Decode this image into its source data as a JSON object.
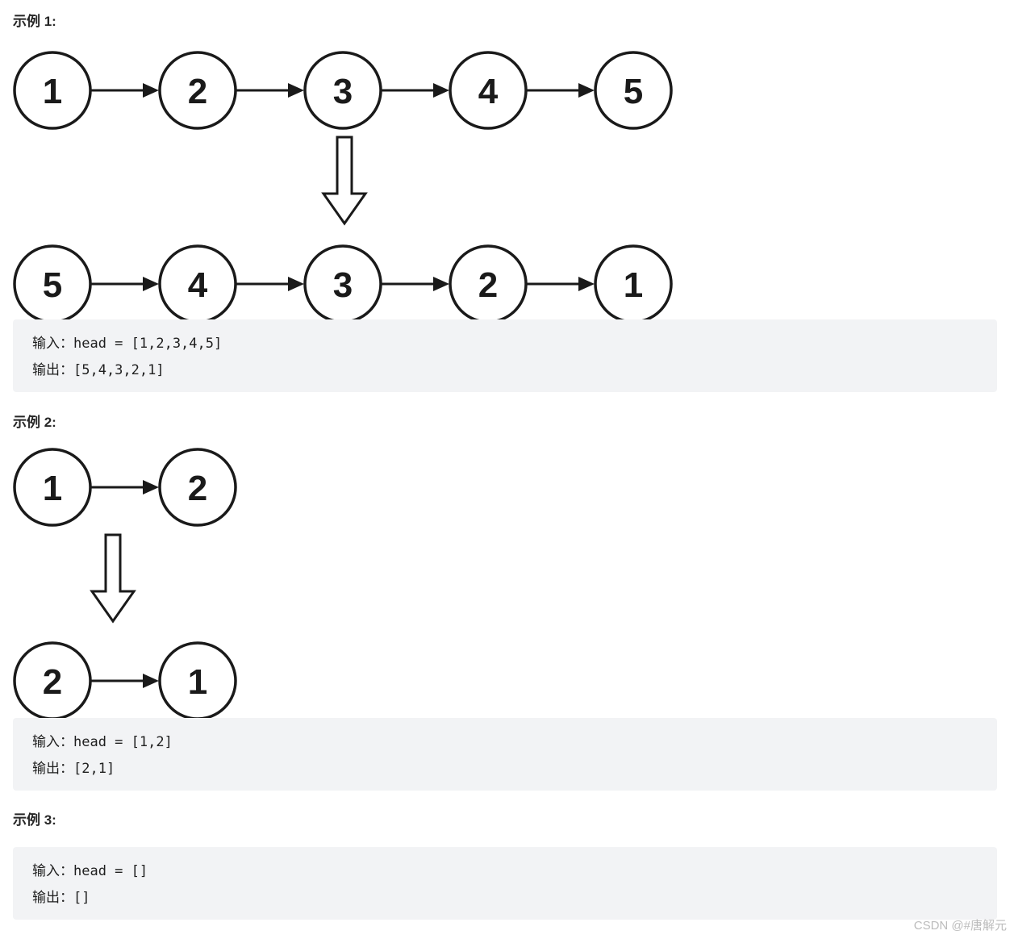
{
  "examples": [
    {
      "heading": "示例 1:",
      "before": [
        "1",
        "2",
        "3",
        "4",
        "5"
      ],
      "after": [
        "5",
        "4",
        "3",
        "2",
        "1"
      ],
      "io": {
        "input_label": "输入：",
        "input_code": "head = [1,2,3,4,5]",
        "output_label": "输出：",
        "output_code": "[5,4,3,2,1]"
      }
    },
    {
      "heading": "示例 2:",
      "before": [
        "1",
        "2"
      ],
      "after": [
        "2",
        "1"
      ],
      "io": {
        "input_label": "输入：",
        "input_code": "head = [1,2]",
        "output_label": "输出：",
        "output_code": "[2,1]"
      }
    },
    {
      "heading": "示例 3:",
      "before": [],
      "after": [],
      "io": {
        "input_label": "输入：",
        "input_code": "head = []",
        "output_label": "输出：",
        "output_code": "[]"
      }
    }
  ],
  "watermark": {
    "text": "CSDN @#唐解元"
  },
  "colors": {
    "node_stroke": "#1a1a1a",
    "node_fill": "#ffffff",
    "arrow": "#1a1a1a",
    "io_block_bg": "#f2f3f5",
    "heading_text": "#262626",
    "code_text": "#1f1f1f",
    "watermark_text": "#bcbcbc"
  }
}
